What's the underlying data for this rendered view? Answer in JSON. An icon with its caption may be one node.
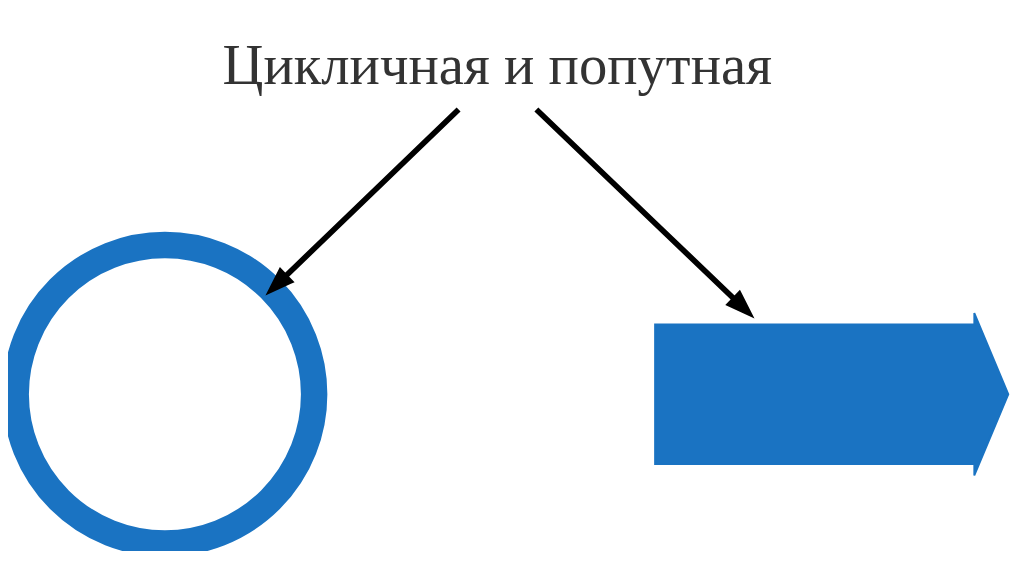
{
  "diagram": {
    "nodes": [
      {
        "text": [
          "Цикличная и попутная"
        ]
      },
      {
        "text": [],
        "shape": "cycle"
      },
      {
        "text": [],
        "shape": "arrows"
      }
    ],
    "edges": [
      {
        "from": 0,
        "to": 1,
        "arrow": "to"
      },
      {
        "from": 0,
        "to": 2,
        "arrow": "to"
      }
    ]
  }
}
